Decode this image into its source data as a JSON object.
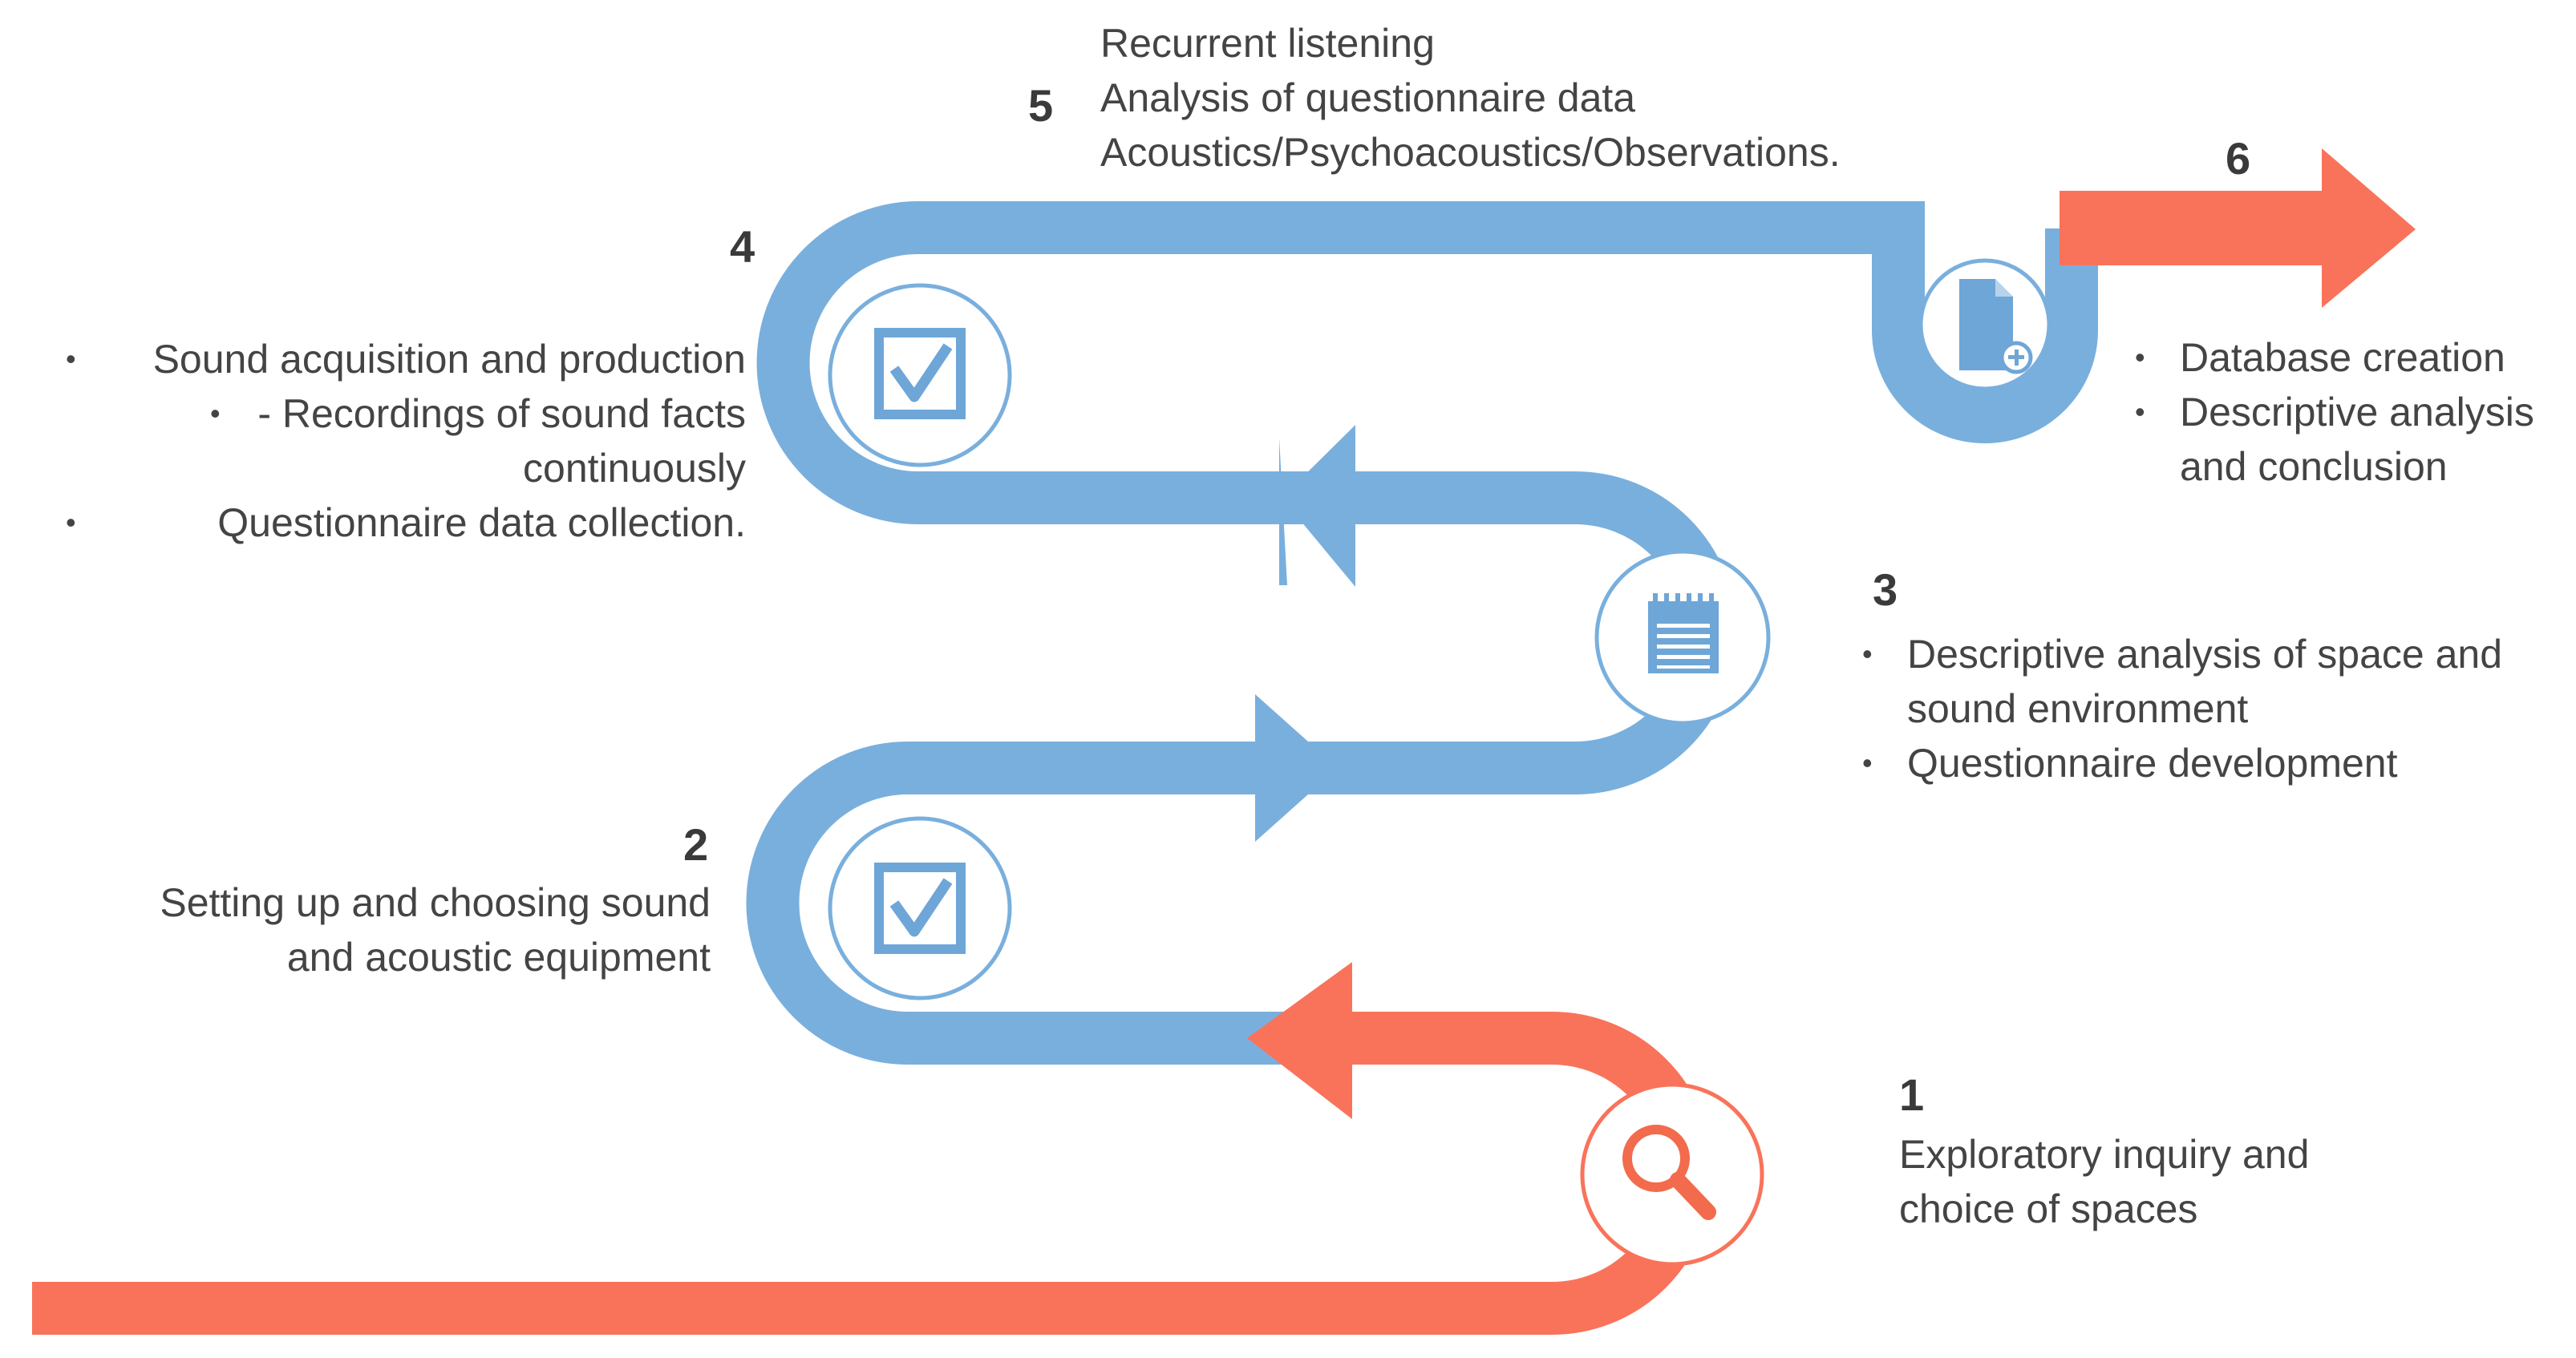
{
  "colors": {
    "blue": "#79afdd",
    "orange": "#f9735b",
    "icon_blue": "#6ea6d7",
    "icon_orange": "#f26b4c",
    "text": "#444444",
    "number": "#3a3a3a"
  },
  "steps": {
    "s1": {
      "number": "1",
      "lines": [
        "Exploratory inquiry and",
        "choice of spaces"
      ],
      "icon": "magnifier-icon"
    },
    "s2": {
      "number": "2",
      "lines": [
        "Setting up and choosing sound",
        "and acoustic equipment"
      ],
      "icon": "checkbox-icon"
    },
    "s3": {
      "number": "3",
      "bullets": [
        "Descriptive analysis of space and sound environment",
        "Questionnaire development"
      ],
      "icon": "notepad-icon"
    },
    "s4": {
      "number": "4",
      "bullets": [
        "Sound acquisition and production",
        "- Recordings of sound facts continuously",
        "Questionnaire data collection."
      ],
      "icon": "checkbox-icon"
    },
    "s5": {
      "number": "5",
      "lines": [
        "Recurrent listening",
        "Analysis of questionnaire data",
        "Acoustics/Psychoacoustics/Observations."
      ],
      "icon": "document-add-icon"
    },
    "s6": {
      "number": "6",
      "bullets": [
        "Database creation",
        "Descriptive analysis and conclusion"
      ]
    }
  }
}
